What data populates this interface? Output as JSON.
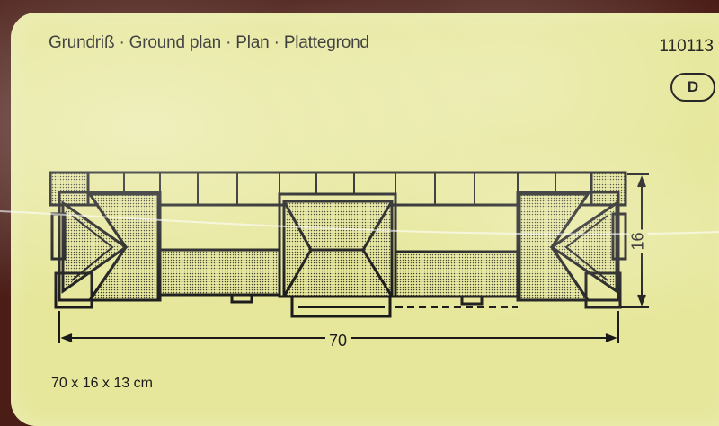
{
  "title": "Grundriß · Ground plan · Plan · Plattegrond",
  "article_number": "110113",
  "country_badge": "D",
  "width_label": "70",
  "depth_label": "16",
  "dimensions": "70 x 16 x 13 cm",
  "colors": {
    "background": "#e6e79a",
    "lines": "#1a1a1a",
    "frame": "#4a1d16"
  }
}
